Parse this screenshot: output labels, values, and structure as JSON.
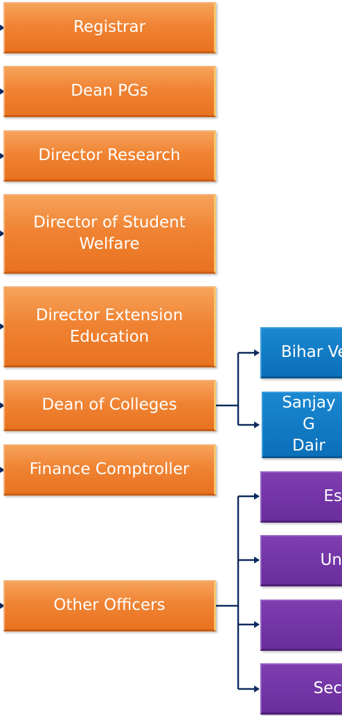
{
  "colors": {
    "primary_box": "#ee7d2e",
    "college_box": "#0b6fb8",
    "officer_box": "#6f32a0",
    "connector": "#0d2a5e"
  },
  "primary_nodes": [
    {
      "label": "Registrar"
    },
    {
      "label": "Dean PGs"
    },
    {
      "label": "Director Research"
    },
    {
      "label": "Director of Student Welfare"
    },
    {
      "label": "Director Extension Education"
    },
    {
      "label": "Dean of Colleges"
    },
    {
      "label": "Finance Comptroller"
    },
    {
      "label": "Other Officers"
    }
  ],
  "colleges": [
    {
      "label": "Bihar Ve"
    },
    {
      "label": "Sanjay G Dair"
    }
  ],
  "officers": [
    {
      "label": "Es"
    },
    {
      "label": "Un"
    },
    {
      "label": ""
    },
    {
      "label": "Sec"
    }
  ]
}
